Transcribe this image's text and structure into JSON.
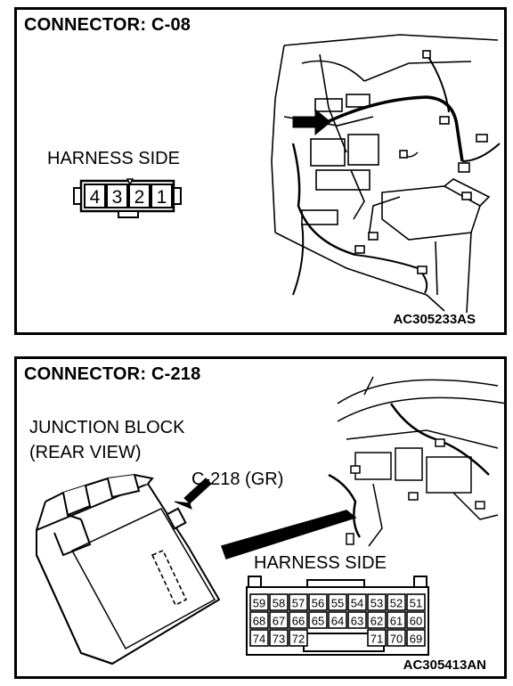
{
  "panel_top": {
    "title": "CONNECTOR: C-08",
    "harness_label": "HARNESS SIDE",
    "pins": [
      "4",
      "3",
      "2",
      "1"
    ],
    "figure_code": "AC305233AS"
  },
  "panel_bottom": {
    "title": "CONNECTOR: C-218",
    "junction_label_1": "JUNCTION BLOCK",
    "junction_label_2": "(REAR VIEW)",
    "connector_callout": "C-218 (GR)",
    "harness_label": "HARNESS SIDE",
    "pin_rows": [
      [
        "59",
        "58",
        "57",
        "56",
        "55",
        "54",
        "53",
        "52",
        "51"
      ],
      [
        "68",
        "67",
        "66",
        "65",
        "64",
        "63",
        "62",
        "61",
        "60"
      ],
      [
        "74",
        "73",
        "72",
        "",
        "",
        "",
        "71",
        "70",
        "69"
      ]
    ],
    "figure_code": "AC305413AN"
  }
}
